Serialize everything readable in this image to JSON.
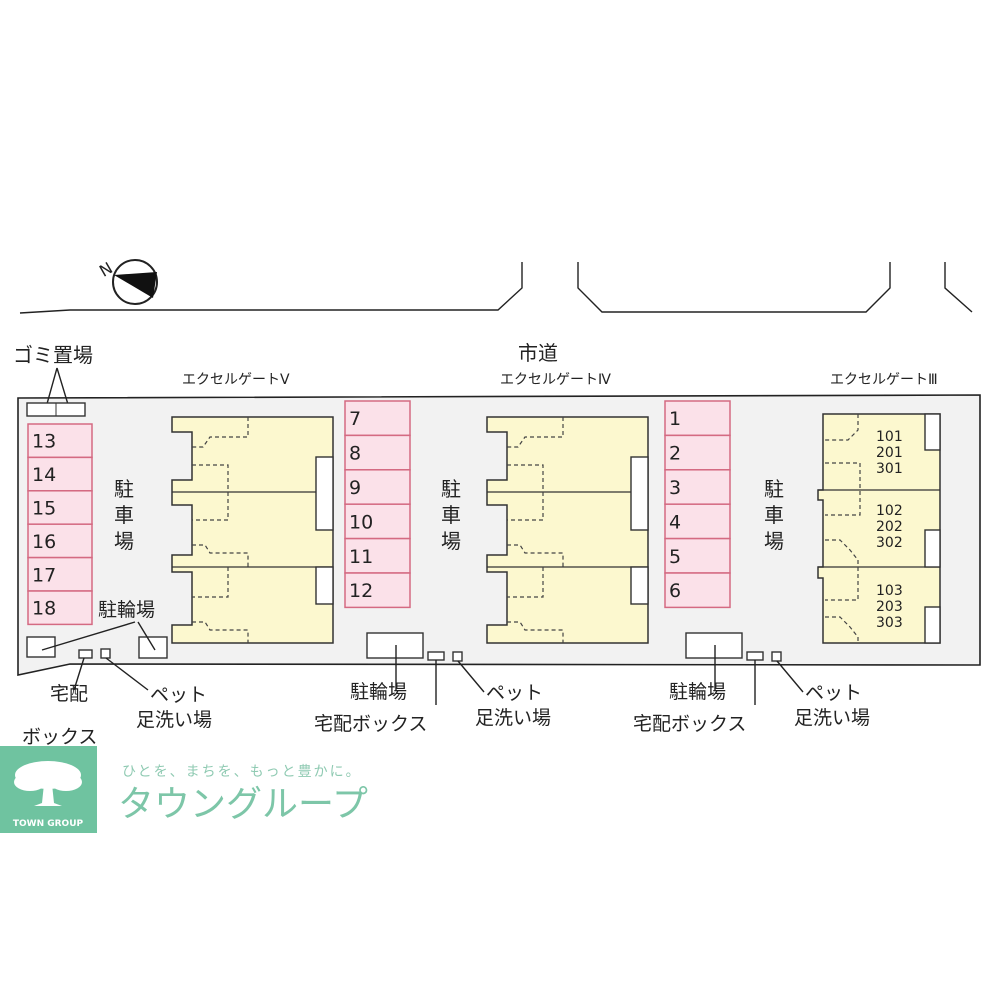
{
  "road_label": "市道",
  "garbage_label": "ゴミ置場",
  "buildings": [
    {
      "name": "エクセルゲートⅤ"
    },
    {
      "name": "エクセルゲートⅣ"
    },
    {
      "name": "エクセルゲートⅢ",
      "units": [
        [
          "101",
          "201",
          "301"
        ],
        [
          "102",
          "202",
          "302"
        ],
        [
          "103",
          "203",
          "303"
        ]
      ]
    }
  ],
  "parking_label": [
    "駐",
    "車",
    "場"
  ],
  "parking_groups": [
    [
      "13",
      "14",
      "15",
      "16",
      "17",
      "18"
    ],
    [
      "7",
      "8",
      "9",
      "10",
      "11",
      "12"
    ],
    [
      "1",
      "2",
      "3",
      "4",
      "5",
      "6"
    ]
  ],
  "bicycle_parking_label": "駐輪場",
  "delivery_box_label": "宅配ボックス",
  "delivery_box_label_split": [
    "宅配",
    "ボックス"
  ],
  "pet_wash_label": [
    "ペット",
    "足洗い場"
  ],
  "compass": {
    "north_label": "N"
  },
  "logo": {
    "emblem_text": "TOWN GROUP",
    "tagline": "ひとを、まちを、もっと豊かに。",
    "brand": "タウングループ",
    "color": "#6fc3a0"
  },
  "colors": {
    "building_fill": "#fcf8cf",
    "parking_fill": "#fbe1e9",
    "parking_stroke": "#d46a82",
    "site_fill": "#f2f2f2"
  }
}
